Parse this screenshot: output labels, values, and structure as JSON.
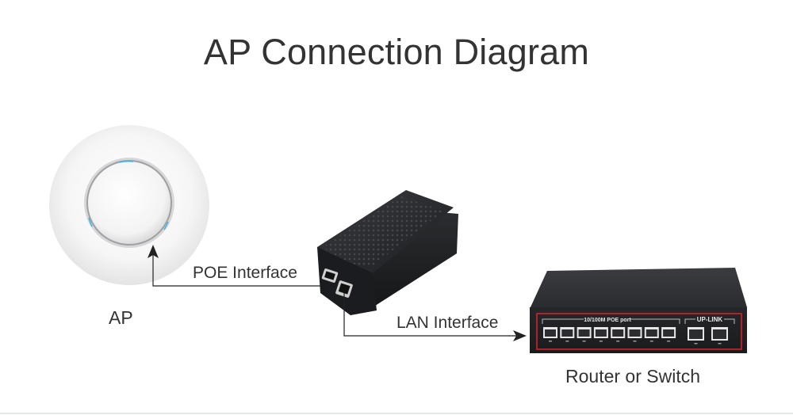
{
  "title": "AP Connection Diagram",
  "devices": {
    "ap": {
      "label": "AP"
    },
    "poe_injector": {
      "label": ""
    },
    "switch": {
      "label": "Router or Switch",
      "panel_label": "10/100M POE port",
      "uplink_label": "UP-LINK",
      "poe_port_count": 8,
      "uplink_port_count": 2
    }
  },
  "connections": [
    {
      "from": "poe_injector",
      "to": "ap",
      "label": "POE Interface"
    },
    {
      "from": "poe_injector",
      "to": "switch",
      "label": "LAN Interface"
    }
  ],
  "colors": {
    "text": "#333333",
    "line": "#222222",
    "device_dark": "#2a2b2e",
    "switch_accent": "#d6222a",
    "ap_led": "#38b6e8"
  }
}
